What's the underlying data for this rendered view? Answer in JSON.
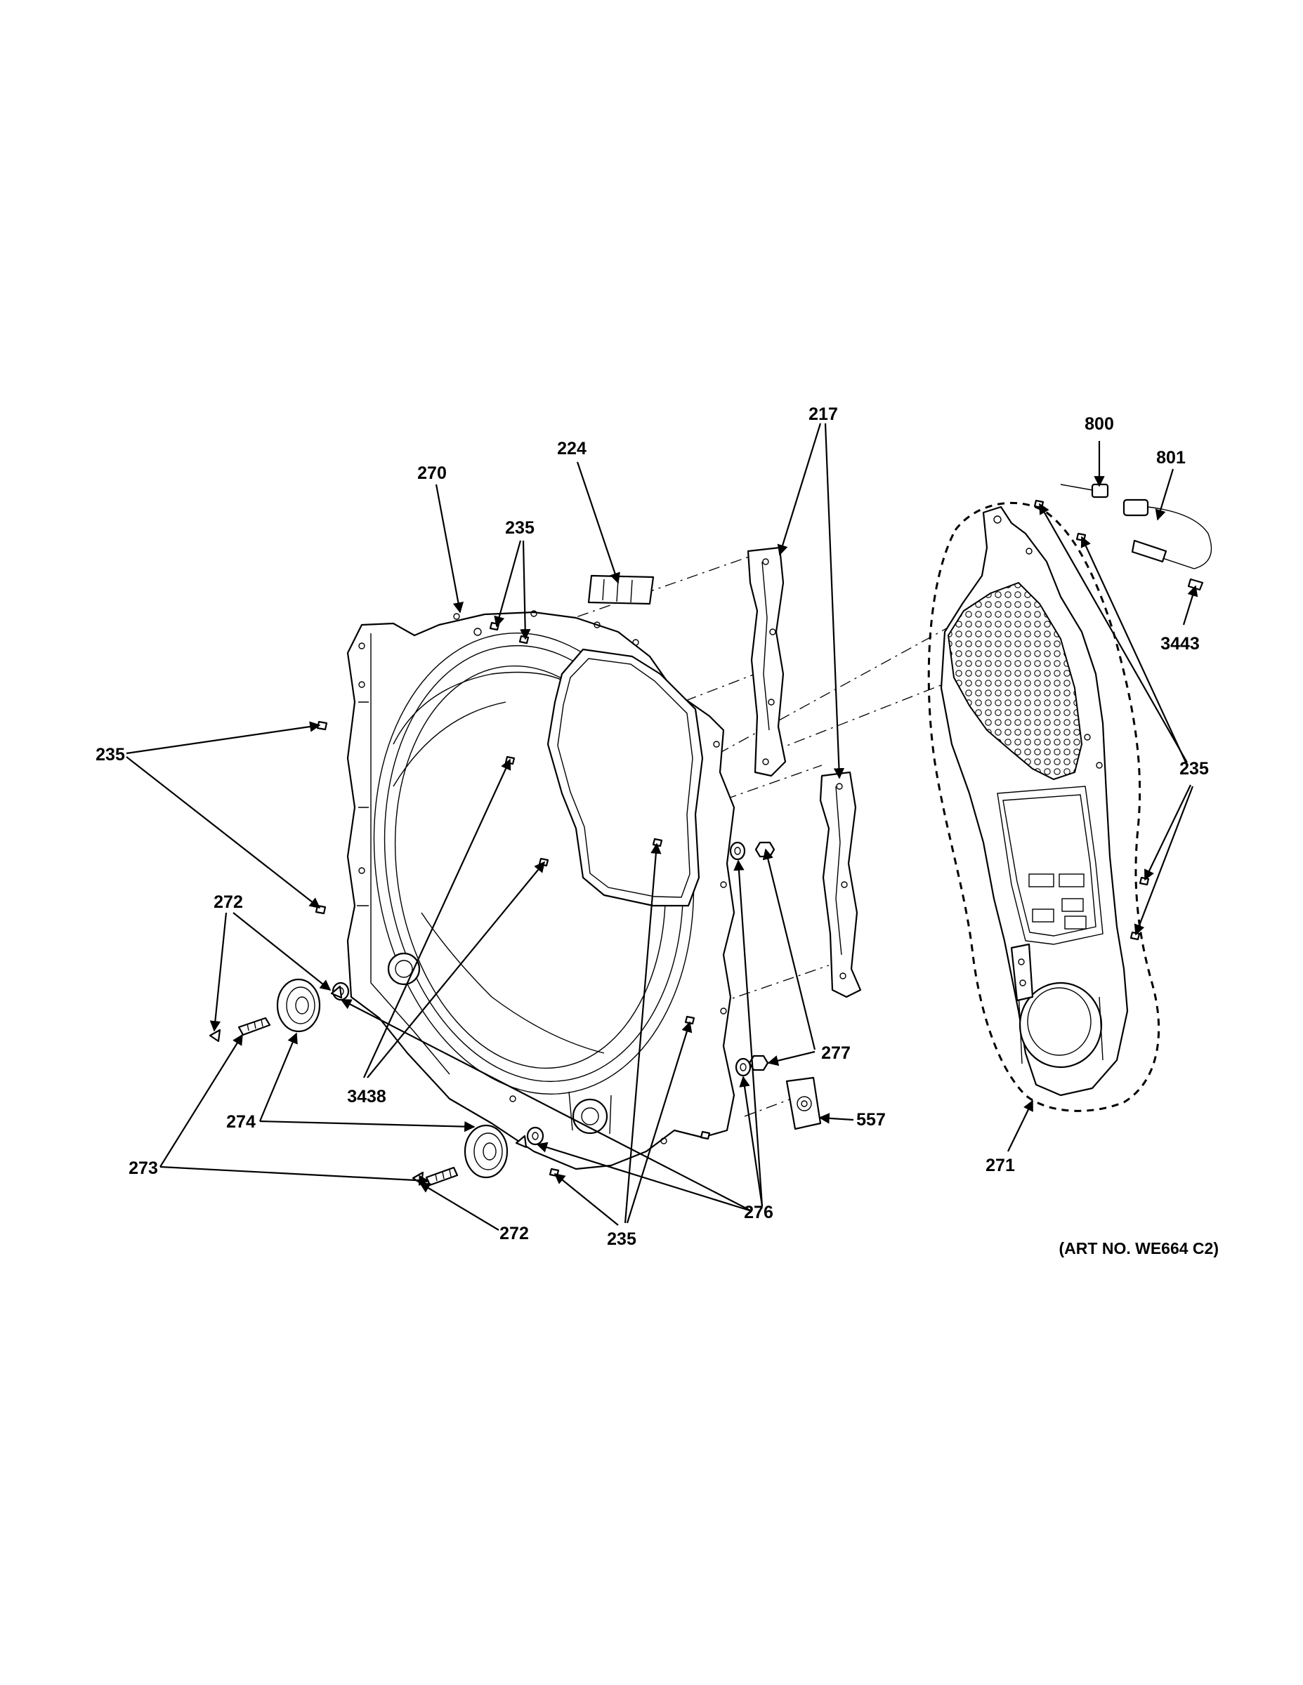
{
  "labels": {
    "l217": "217",
    "l224": "224",
    "l270": "270",
    "l235_top": "235",
    "l800": "800",
    "l801": "801",
    "l3443": "3443",
    "l235_left": "235",
    "l235_right": "235",
    "l272_top": "272",
    "l274": "274",
    "l273": "273",
    "l3438": "3438",
    "l277": "277",
    "l557": "557",
    "l271": "271",
    "l276": "276",
    "l235_bottom": "235",
    "l272_bottom": "272"
  },
  "art_number": "(ART NO. WE664 C2)"
}
